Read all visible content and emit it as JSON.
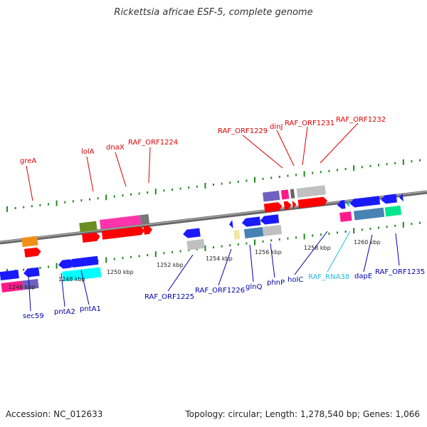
{
  "title": "Rickettsia africae ESF-5, complete genome",
  "footer": {
    "accession": "Accession: NC_012633",
    "stats": "Topology: circular; Length: 1,278,540 bp; Genes: 1,066"
  },
  "colors": {
    "label_top": "#dd0000",
    "label_bottom": "#0000aa",
    "label_rna": "#22bbdd",
    "backbone": "#777777",
    "ticks": "#228822"
  },
  "scale": {
    "ticks": [
      {
        "label": "1246 kbp"
      },
      {
        "label": "1248 kbp"
      },
      {
        "label": "1250 kbp"
      },
      {
        "label": "1252 kbp"
      },
      {
        "label": "1254 kbp"
      },
      {
        "label": "1256 kbp"
      },
      {
        "label": "1258 kbp"
      },
      {
        "label": "1260 kbp"
      }
    ]
  },
  "gene_labels_top": [
    "greA",
    "lolA",
    "dnaX",
    "RAF_ORF1224",
    "RAF_ORF1229",
    "dinJ",
    "RAF_ORF1231",
    "RAF_ORF1232"
  ],
  "gene_labels_bottom": [
    "sec59",
    "pntA2",
    "pntA1",
    "RAF_ORF1225",
    "RAF_ORF1226",
    "glnQ",
    "phnP",
    "holC",
    "RAF_RNA38",
    "dapE",
    "RAF_ORF1235"
  ]
}
